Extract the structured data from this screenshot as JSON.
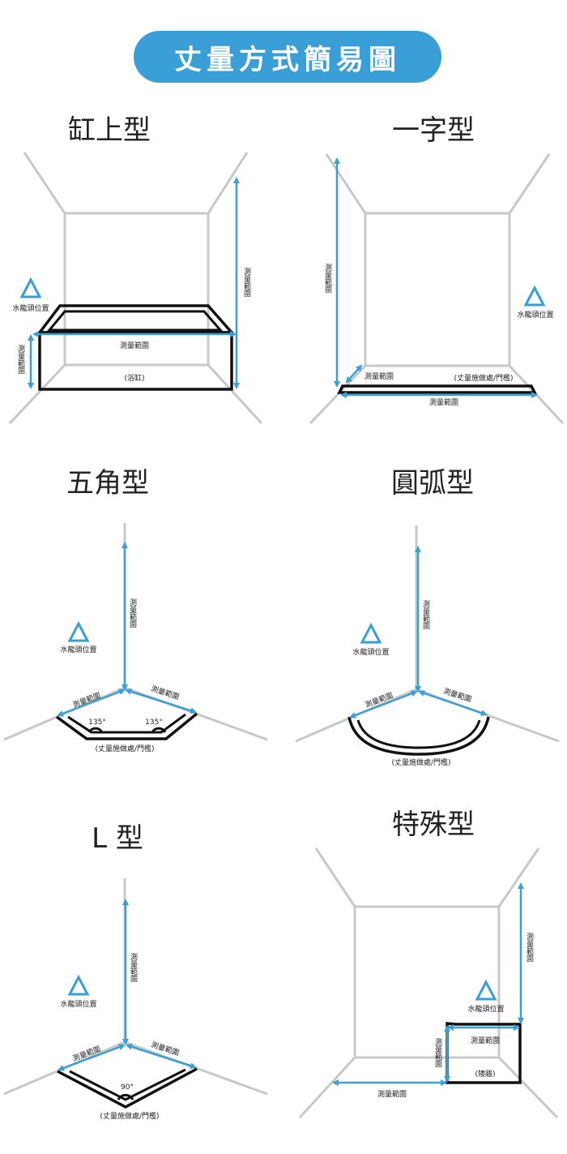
{
  "title": "丈量方式簡易圖",
  "measure_label": "測量範圍",
  "faucet_label": "水龍頭位置",
  "threshold_label": "(丈量施做處/門檻)",
  "bathtub_label": "(浴缸)",
  "short_wall_label": "(矮牆)",
  "angle_135": "135°",
  "angle_90": "90°",
  "sections": {
    "tub": "缸上型",
    "straight": "一字型",
    "pentagon": "五角型",
    "arc": "圓弧型",
    "l_shape": "L 型",
    "special": "特殊型"
  },
  "colors": {
    "accent": "#3a9fd6",
    "wall": "#c8c8c8",
    "outline": "#111111"
  },
  "icons": {
    "faucet": "triangle-outline-icon"
  }
}
